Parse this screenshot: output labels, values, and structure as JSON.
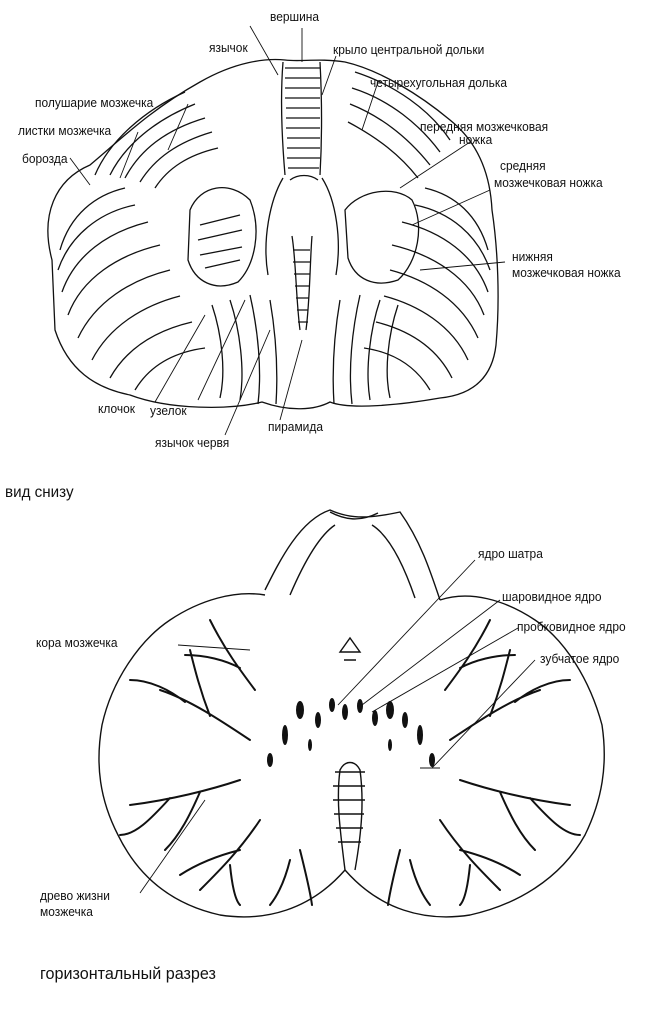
{
  "top_view": {
    "caption": "вид снизу",
    "labels": {
      "vershina": "вершина",
      "yazychok": "язычок",
      "krylo": "крыло центральной дольки",
      "chetyrekh": "четырехугольная долька",
      "polusharie": "полушарие мозжечка",
      "listki": "листки мозжечка",
      "perednyaya_1": "передняя мозжечковая",
      "perednyaya_2": "ножка",
      "borozda": "борозда",
      "srednyaya_1": "средняя",
      "srednyaya_2": "мозжечковая ножка",
      "nizhnyaya_1": "нижняя",
      "nizhnyaya_2": "мозжечковая ножка",
      "klochok": "клочок",
      "uzelok": "узелок",
      "piramida": "пирамида",
      "yazychok_chervya": "язычок червя"
    }
  },
  "bottom_view": {
    "caption": "горизонтальный разрез",
    "labels": {
      "yadro_shatra": "ядро шатра",
      "sharovidnoe": "шаровидное ядро",
      "probkovidnoe": "пробковидное ядро",
      "kora": "кора мозжечка",
      "zubchatoe": "зубчатое ядро",
      "drevo_1": "древо жизни",
      "drevo_2": "мозжечка"
    }
  }
}
